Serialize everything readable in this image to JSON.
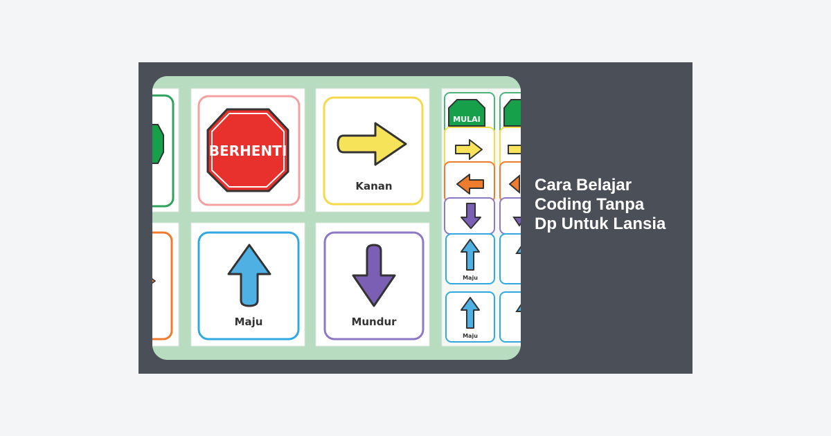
{
  "article": {
    "title": "Cara Belajar Coding Tanpa Dp Untuk Lansia"
  },
  "thumbnail": {
    "cards": {
      "stop": "BERHENTI",
      "right": "Kanan",
      "up": "Maju",
      "down": "Mundur"
    },
    "mini_cards": {
      "start": "MULAI",
      "up": "Maju"
    }
  },
  "colors": {
    "page_background": "#f4f5f7",
    "card_background": "#4b5058",
    "thumbnail_background": "#b7dcc0",
    "stop_red": "#e8302c",
    "arrow_yellow": "#f7e35a",
    "arrow_blue": "#4fb0e4",
    "arrow_purple": "#7b5fb4",
    "arrow_orange": "#ef7b2c",
    "start_green": "#16a04a"
  }
}
